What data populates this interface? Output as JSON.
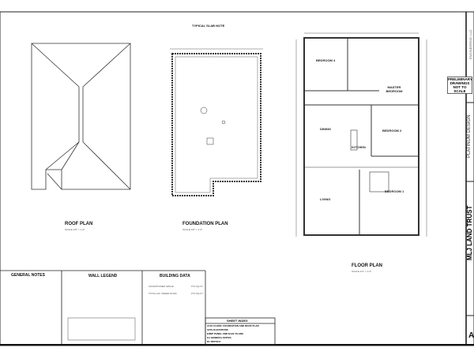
{
  "drawings": {
    "roof_plan": {
      "title": "ROOF PLAN",
      "scale": "SCALE 1/8\" = 1'-0\""
    },
    "foundation_plan": {
      "title": "FOUNDATION PLAN",
      "scale": "SCALE 1/8\" = 1'-0\"",
      "note_title": "TYPICAL SLAB NOTE"
    },
    "floor_plan": {
      "title": "FLOOR PLAN",
      "scale": "SCALE 1/4\" = 1'-0\"",
      "rooms": [
        "BEDROOM 4",
        "MASTER BEDROOM",
        "DINING",
        "BEDROOM 2",
        "KITCHEN",
        "BEDROOM 1",
        "LIVING"
      ]
    }
  },
  "panels": {
    "general_notes": "GENERAL NOTES",
    "wall_legend": "WALL LEGEND",
    "building_data": {
      "title": "BUILDING DATA",
      "rows": [
        {
          "label": "CONDITIONED SPACE",
          "value": "FT2 SQ FT"
        },
        {
          "label": "TOTAL A/C UNDER ROOF",
          "value": "FT2 SQ FT"
        }
      ]
    },
    "sheet_index": {
      "title": "SHEET INDEX",
      "rows": [
        {
          "no": "A101",
          "desc": "FLOOR, FOUNDATION AND ROOF PLAN"
        },
        {
          "no": "A201",
          "desc": "ELEVATIONS"
        },
        {
          "no": "E/M/P",
          "desc": "PANEL AND ELEC PLANS"
        },
        {
          "no": "G1",
          "desc": "GENERAL NOTES"
        },
        {
          "no": "D1",
          "desc": "DETAILS"
        }
      ]
    }
  },
  "stamp": {
    "line1": "PRELIMINARY",
    "line2": "DRAWINGS",
    "line3": "NOT TO SCALE"
  },
  "title_block": {
    "engineer": "ENGINEERING, LLC",
    "designer": "PLATINUM DESIGN",
    "project": "MLJ LAND TRUST",
    "sheet": "A"
  }
}
